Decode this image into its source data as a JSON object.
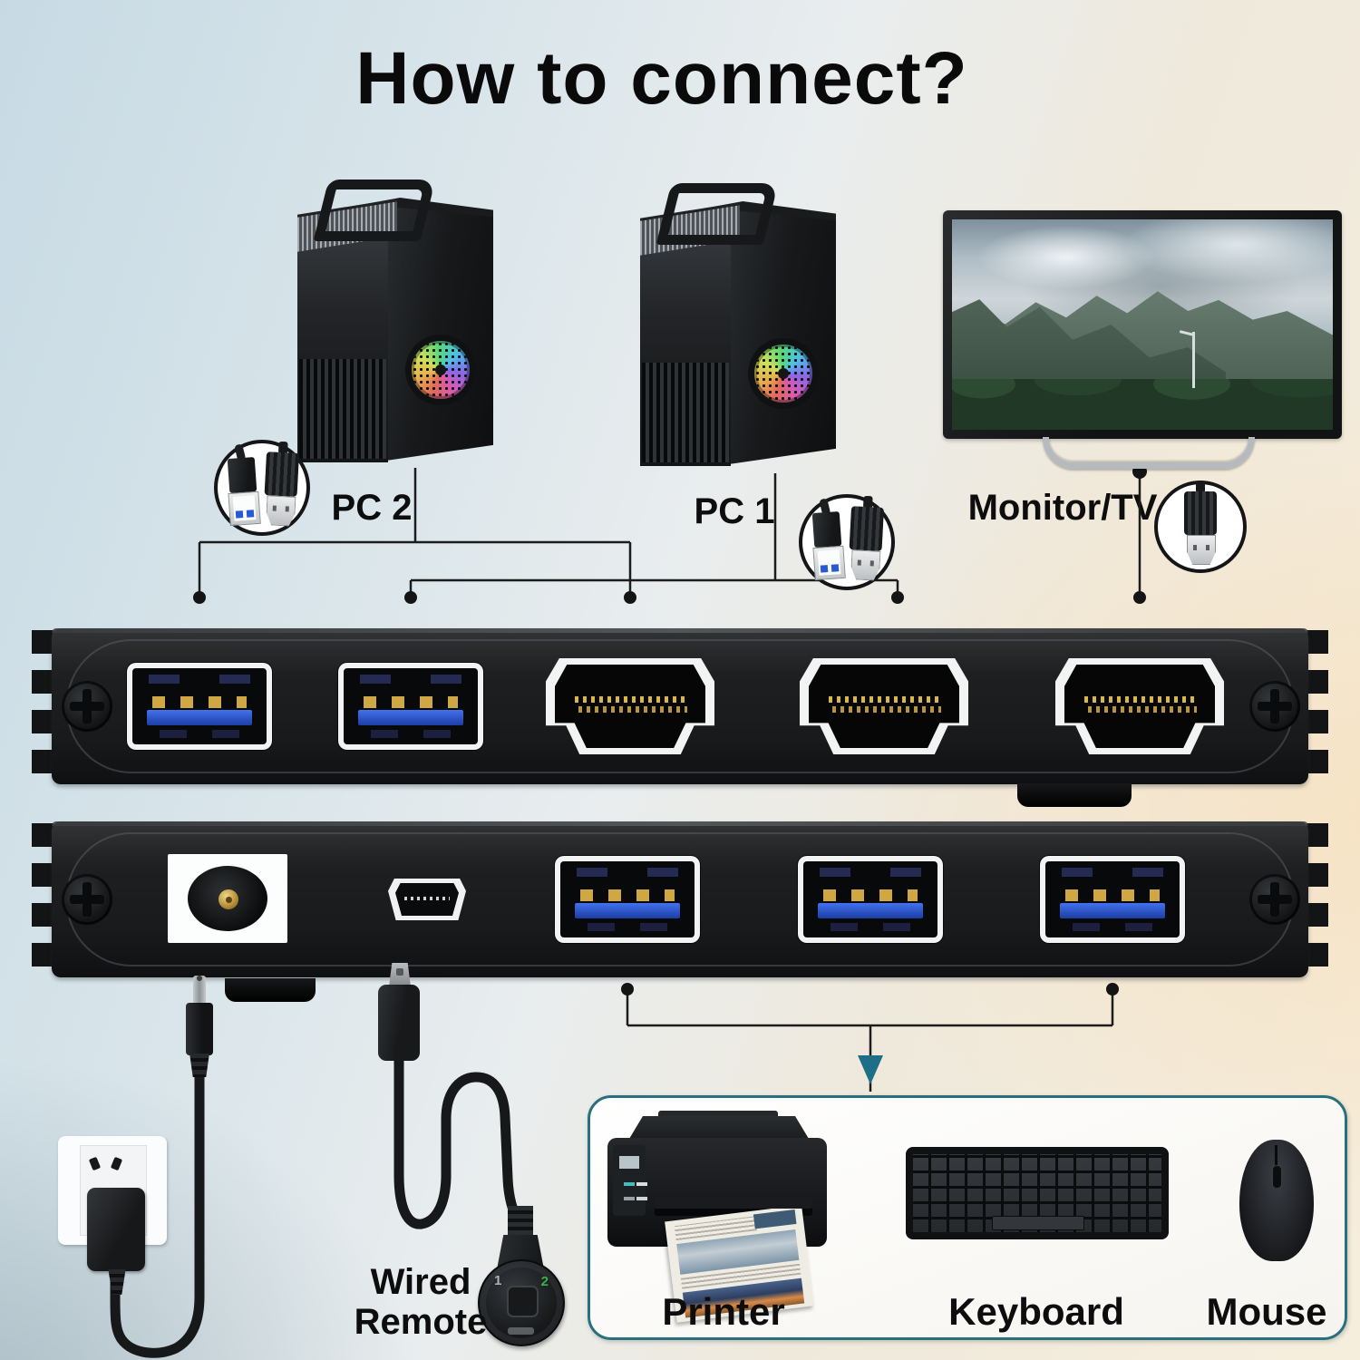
{
  "title": "How to connect?",
  "sources": {
    "pc2": {
      "label": "PC 2"
    },
    "pc1": {
      "label": "PC 1"
    },
    "display": {
      "label": "Monitor/TV"
    }
  },
  "kvm_switch": {
    "front_panel": {
      "usb_ports": 2,
      "hdmi_ports": 3
    },
    "back_panel": {
      "power_jacks": 1,
      "micro_usb_ports": 1,
      "usb_ports": 3
    }
  },
  "remote": {
    "label_line1": "Wired",
    "label_line2": "Remote",
    "button_1": "1",
    "button_2": "2"
  },
  "peripherals": {
    "printer_label": "Printer",
    "keyboard_label": "Keyboard",
    "mouse_label": "Mouse"
  },
  "colors": {
    "usb_blue": "#2a59d8",
    "panel_border_teal": "#2a6f7c",
    "arrow_teal": "#1f6e87",
    "remote_green": "#3fae4e",
    "line_black": "#1c1c1c"
  }
}
